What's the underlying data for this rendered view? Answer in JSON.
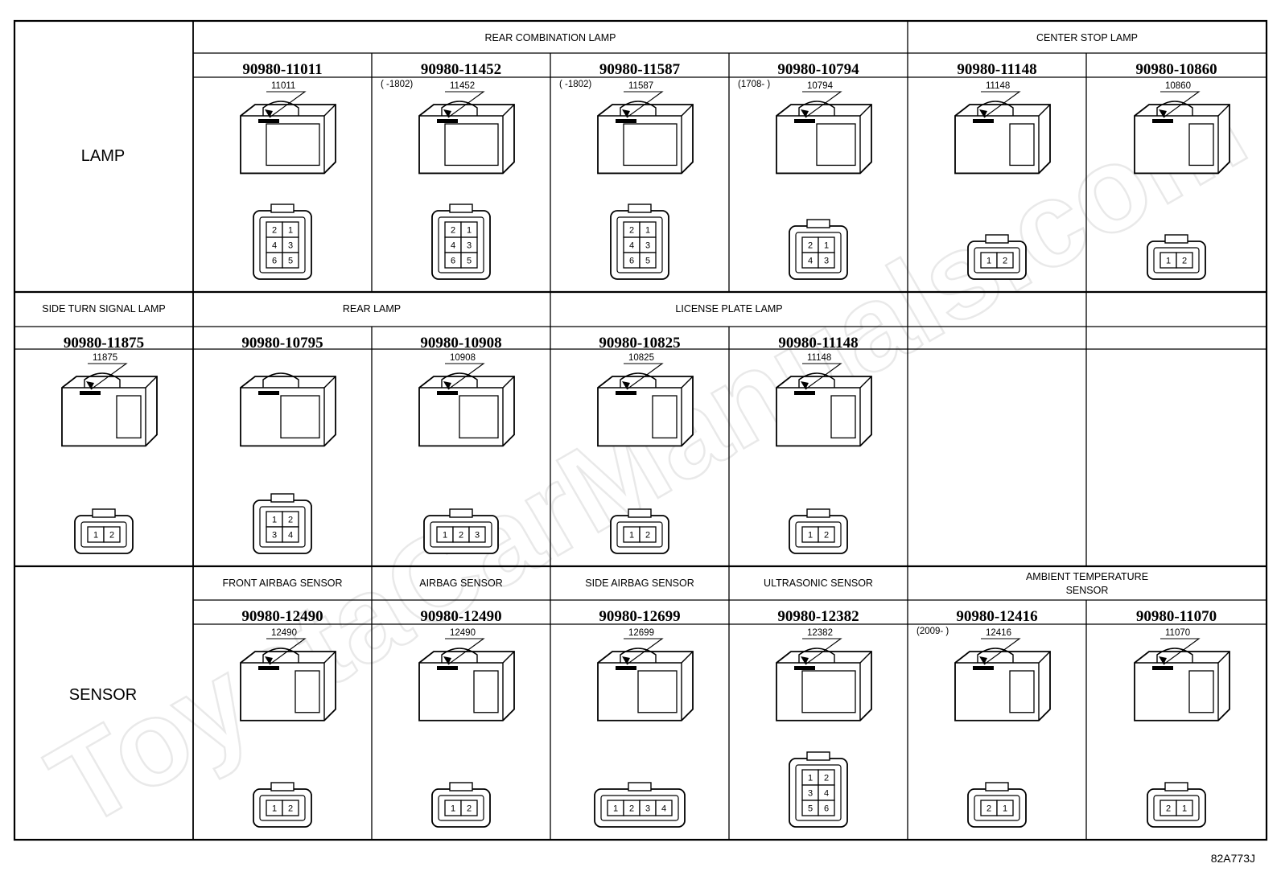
{
  "figure_id": "82A773J",
  "watermark": "ToyotaCarManuals.com",
  "sections": [
    {
      "category": "LAMP",
      "groups": [
        {
          "title": "REAR COMBINATION LAMP",
          "span": 4
        },
        {
          "title": "CENTER STOP LAMP",
          "span": 2
        }
      ],
      "connectors": [
        {
          "part": "90980-11011",
          "label": "11011",
          "note": "",
          "pins": [
            "2",
            "1",
            "4",
            "3",
            "6",
            "5"
          ],
          "cols": 2
        },
        {
          "part": "90980-11452",
          "label": "11452",
          "note": "(      -1802)",
          "pins": [
            "2",
            "1",
            "4",
            "3",
            "6",
            "5"
          ],
          "cols": 2
        },
        {
          "part": "90980-11587",
          "label": "11587",
          "note": "(      -1802)",
          "pins": [
            "2",
            "1",
            "4",
            "3",
            "6",
            "5"
          ],
          "cols": 2
        },
        {
          "part": "90980-10794",
          "label": "10794",
          "note": "(1708-      )",
          "pins": [
            "2",
            "1",
            "4",
            "3"
          ],
          "cols": 2
        },
        {
          "part": "90980-11148",
          "label": "11148",
          "note": "",
          "pins": [
            "1",
            "2"
          ],
          "cols": 2
        },
        {
          "part": "90980-10860",
          "label": "10860",
          "note": "",
          "pins": [
            "1",
            "2"
          ],
          "cols": 2
        }
      ]
    },
    {
      "category": "",
      "groups": [
        {
          "title": "SIDE TURN SIGNAL LAMP",
          "span": 1
        },
        {
          "title": "REAR LAMP",
          "span": 2
        },
        {
          "title": "LICENSE PLATE LAMP",
          "span": 2
        },
        {
          "title": "",
          "span": 1
        },
        {
          "title": "",
          "span": 1
        }
      ],
      "connectors": [
        {
          "part": "90980-11875",
          "label": "11875",
          "note": "",
          "pins": [
            "1",
            "2"
          ],
          "cols": 2
        },
        {
          "part": "90980-10795",
          "label": "",
          "note": "",
          "pins": [
            "1",
            "2",
            "3",
            "4"
          ],
          "cols": 2
        },
        {
          "part": "90980-10908",
          "label": "10908",
          "note": "",
          "pins": [
            "1",
            "2",
            "3"
          ],
          "cols": 3
        },
        {
          "part": "90980-10825",
          "label": "10825",
          "note": "",
          "pins": [
            "1",
            "2"
          ],
          "cols": 2
        },
        {
          "part": "90980-11148",
          "label": "11148",
          "note": "",
          "pins": [
            "1",
            "2"
          ],
          "cols": 2
        },
        {
          "part": "",
          "label": "",
          "note": "",
          "pins": [],
          "cols": 0
        },
        {
          "part": "",
          "label": "",
          "note": "",
          "pins": [],
          "cols": 0
        }
      ]
    },
    {
      "category": "SENSOR",
      "groups": [
        {
          "title": "FRONT AIRBAG SENSOR",
          "span": 1
        },
        {
          "title": "AIRBAG SENSOR",
          "span": 1
        },
        {
          "title": "SIDE AIRBAG SENSOR",
          "span": 1
        },
        {
          "title": "ULTRASONIC SENSOR",
          "span": 1
        },
        {
          "title": "AMBIENT TEMPERATURE SENSOR",
          "span": 2
        }
      ],
      "connectors": [
        {
          "part": "90980-12490",
          "label": "12490",
          "note": "",
          "pins": [
            "1",
            "2"
          ],
          "cols": 2
        },
        {
          "part": "90980-12490",
          "label": "12490",
          "note": "",
          "pins": [
            "1",
            "2"
          ],
          "cols": 2
        },
        {
          "part": "90980-12699",
          "label": "12699",
          "note": "",
          "pins": [
            "1",
            "2",
            "3",
            "4"
          ],
          "cols": 4
        },
        {
          "part": "90980-12382",
          "label": "12382",
          "note": "",
          "pins": [
            "1",
            "2",
            "3",
            "4",
            "5",
            "6"
          ],
          "cols": 2
        },
        {
          "part": "90980-12416",
          "label": "12416",
          "note": "(2009-      )",
          "pins": [
            "2",
            "1"
          ],
          "cols": 2
        },
        {
          "part": "90980-11070",
          "label": "11070",
          "note": "",
          "pins": [
            "2",
            "1"
          ],
          "cols": 2
        }
      ]
    }
  ]
}
